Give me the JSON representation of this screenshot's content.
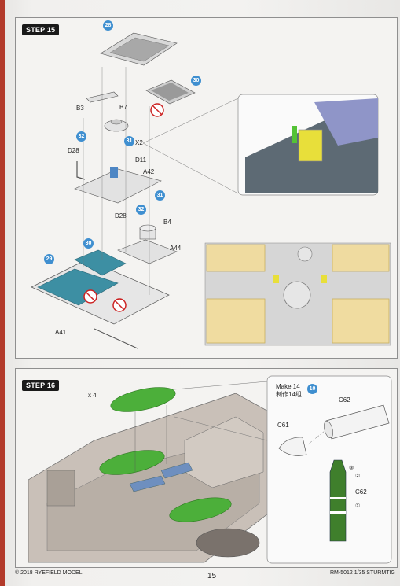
{
  "step15": {
    "title": "STEP 15",
    "parts": {
      "b3": "B3",
      "b7": "B7",
      "d28a": "D28",
      "d28b": "D28",
      "d11": "D11",
      "a42": "A42",
      "b4": "B4",
      "a44": "A44",
      "a41": "A41"
    },
    "multiplier": "X2",
    "callouts": {
      "c28": "28",
      "c30a": "30",
      "c31a": "31",
      "c32a": "32",
      "c31b": "31",
      "c32b": "32",
      "c30b": "30",
      "c29": "29"
    }
  },
  "step16": {
    "title": "STEP 16",
    "multiplier": "x 4",
    "make": "Make 14",
    "make_cn": "制作14组",
    "callout": "10",
    "parts": {
      "c62a": "C62",
      "c61": "C61",
      "c62b": "C62"
    },
    "steps": [
      "③",
      "②",
      "①"
    ]
  },
  "footer": {
    "copyright": "© 2018 RYEFIELD MODEL",
    "page": "15",
    "code": "RM-5012 1/35 STURMTIG"
  },
  "colors": {
    "teal": "#3d8fa3",
    "green": "#4caf3a",
    "blue": "#3f8fd0",
    "yellow": "#f0d66a"
  }
}
